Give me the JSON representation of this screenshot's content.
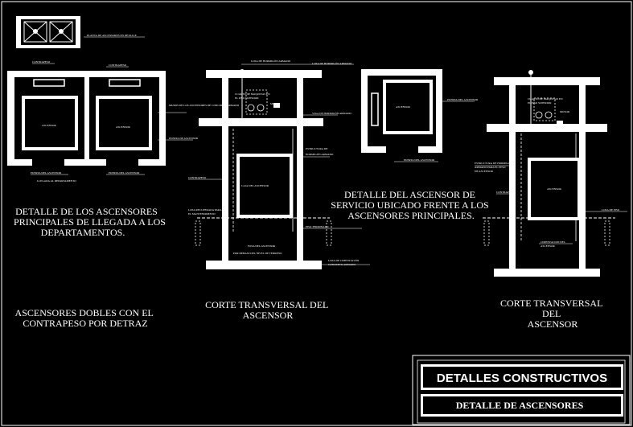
{
  "top_note": "PLANTA DE ASCENSORES EN DETALLE",
  "left_plan": {
    "label_a": "CONTRAPESO",
    "label_b": "CONTRAPESO",
    "car_a": "ASCENSOR",
    "car_b": "ASCENSOR",
    "side_note_1": "MUROS DE LOS ASCENSORES DE CONCRETO ARMADO",
    "side_note_2": "PUERTA DE ASCENSOR",
    "bottom_a1": "PUERTA DEL ASCENSOR",
    "bottom_a2": "LLEGADA AL DEPARTAMENTO",
    "bottom_b1": "PUERTA DEL ASCENSOR",
    "caption": "DETALLE DE  LOS ASCENSORES PRINCIPALES DE LLEGADA A LOS DEPARTAMENTOS.",
    "caption_lines": [
      "DETALLE DE  LOS ASCENSORES",
      "PRINCIPALES DE LLEGADA A LOS",
      "DEPARTAMENTOS."
    ],
    "bottom_caption_lines": [
      "ASCENSORES DOBLES CON EL",
      "CONTRAPESO POR DETRAZ"
    ]
  },
  "section_1": {
    "top_label": "LOSA DE HORMIGÓN ARMADO",
    "top_label_2": "LOSA DE HORMIGÓN ARMADO",
    "machine_room_lines": [
      "CUARTO DE MAQUINAS EN",
      "EL PISO SUPERIOR"
    ],
    "motor": "MOTOR",
    "beam_note": "VIGA DE HORMIGÓN ARMADO",
    "structure_lines": [
      "ESTRUCTURA DE",
      "HORMIGÓN ARMADO"
    ],
    "car_label": "CAJA DEL ASCENSOR",
    "left_note": "CONTRAPESO",
    "pit_left": "LOSA RECUPERADA PARA",
    "pit_left_2": "EL MANTENIMIENTO",
    "pit_right": "PISO TERMINADO",
    "pit_label": "FOSA DEL ASCENSOR",
    "pit_sub": "POR DEBAJO DEL NIVEL DE TERRENO",
    "base_note_1": "LOSA DE CIMENTACIÓN",
    "base_note_2": "CONCRETO ARMADO",
    "caption_lines": [
      "CORTE  TRANSVERSAL DEL",
      "ASCENSOR"
    ]
  },
  "service_plan": {
    "car": "ASCENSOR",
    "side_note": "PUERTA DEL ASCENSOR",
    "bottom_note": "PUERTA DEL ASCENSOR",
    "caption_lines": [
      "DETALLE DEL  ASCENSOR DE",
      "SERVICIO UBICADO FRENTE A LOS",
      "ASCENSORES PRINCIPALES."
    ]
  },
  "section_2": {
    "machine_room_lines": [
      "CUARTO DE MAQUINAS EN",
      "EL PISO SUPERIOR"
    ],
    "motor": "MOTOR",
    "car_label": "ASCENSOR",
    "left_notes": [
      "ESTRUCTURA DE HORMIGON",
      "ARMADO PARA EL PESO",
      "DE ASCENSOR"
    ],
    "left_note_2": "CONTRAPESO",
    "right_note": "LOSA DE PISO",
    "pit_lines": [
      "CIMENTACION DEL",
      "ASCENSOR"
    ],
    "caption_lines": [
      "CORTE  TRANSVERSAL",
      "DEL",
      "ASCENSOR"
    ]
  },
  "title_block": {
    "title": "DETALLES    CONSTRUCTIVOS",
    "subtitle": "DETALLE  DE ASCENSORES"
  }
}
